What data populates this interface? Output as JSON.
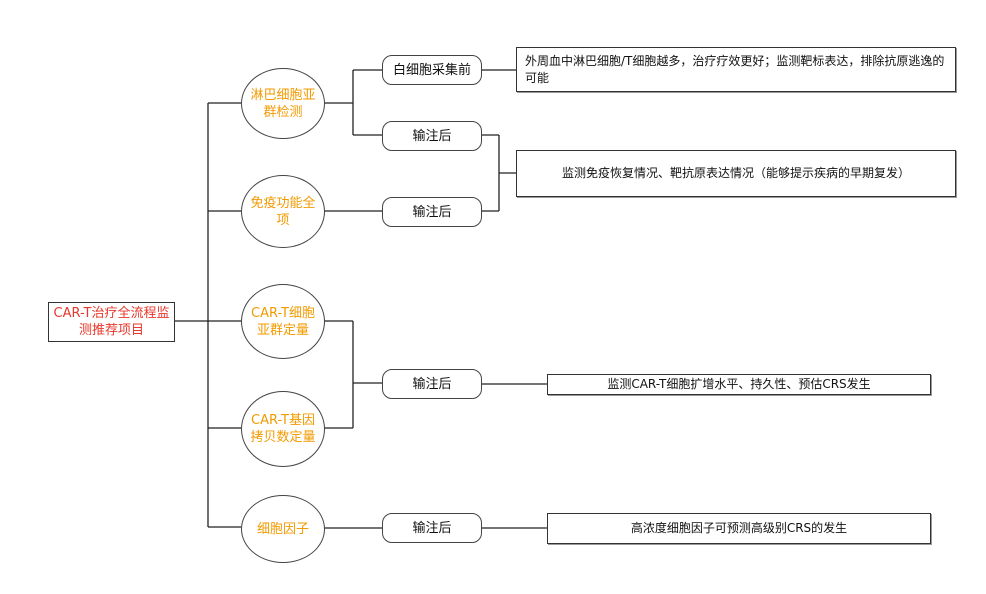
{
  "root": "CAR-T治疗全流程监测推荐项目",
  "categories": [
    {
      "label": "淋巴细胞亚群检测"
    },
    {
      "label": "免疫功能全项"
    },
    {
      "label": "CAR-T细胞亚群定量"
    },
    {
      "label": "CAR-T基因拷贝数定量"
    },
    {
      "label": "细胞因子"
    }
  ],
  "timepoints": [
    {
      "label": "白细胞采集前"
    },
    {
      "label": "输注后"
    },
    {
      "label": "输注后"
    },
    {
      "label": "输注后"
    },
    {
      "label": "输注后"
    }
  ],
  "descriptions": [
    {
      "text": "外周血中淋巴细胞/T细胞越多，治疗疗效更好；监测靶标表达，排除抗原逃逸的可能"
    },
    {
      "text": "监测免疫恢复情况、靶抗原表达情况（能够提示疾病的早期复发）"
    },
    {
      "text": "监测CAR-T细胞扩增水平、持久性、预估CRS发生"
    },
    {
      "text": "高浓度细胞因子可预测高级别CRS的发生"
    }
  ],
  "colors": {
    "root_text": "#e8372b",
    "category_text": "#f39a00",
    "line": "#222222"
  }
}
